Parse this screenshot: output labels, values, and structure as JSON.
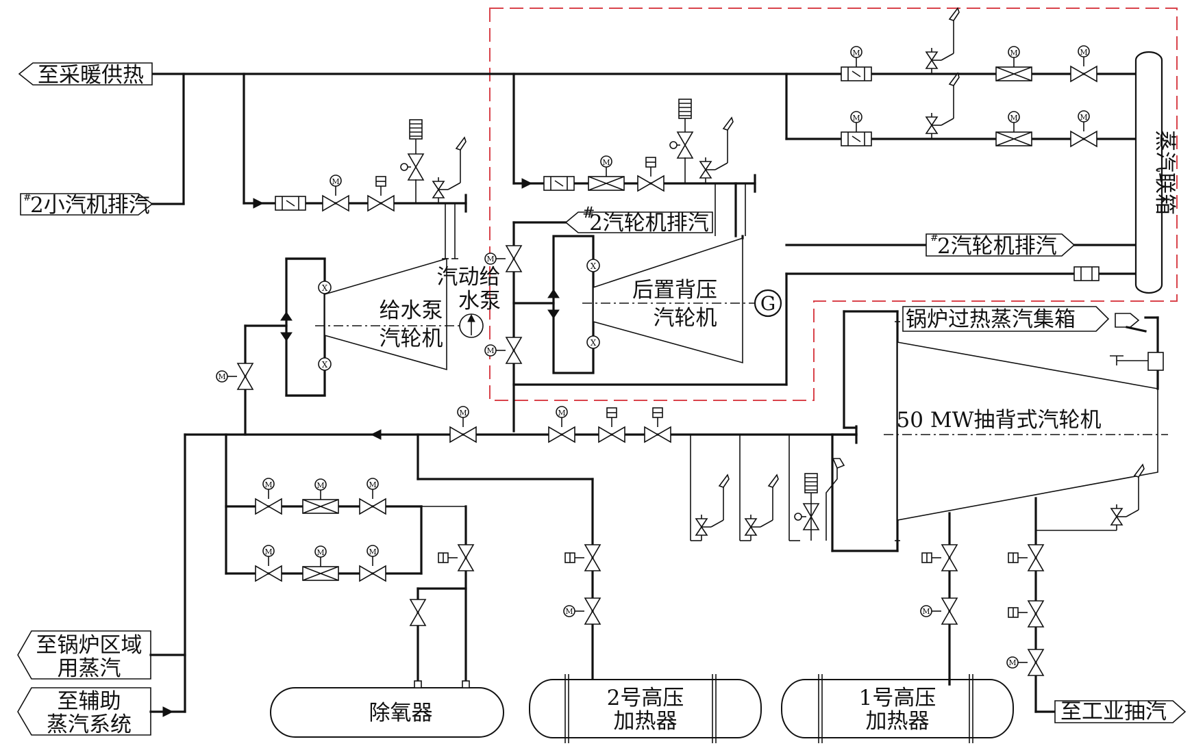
{
  "labels": {
    "to_heating": "至采暖供热",
    "exhaust_small_2": "2小汽机排汽",
    "exhaust_turbine_2_a": "2汽轮机排汽",
    "exhaust_turbine_2_b": "2汽轮机排汽",
    "steam_header": "蒸汽联箱",
    "feed_pump_turbine_1": "给水泵",
    "feed_pump_turbine_2": "汽轮机",
    "steam_feed_pump_1": "汽动给",
    "steam_feed_pump_2": "水泵",
    "back_pressure_1": "后置背压",
    "back_pressure_2": "汽轮机",
    "generator": "G",
    "boiler_superheat_header": "锅炉过热蒸汽集箱",
    "main_turbine": "50 MW抽背式汽轮机",
    "boiler_area_1": "至锅炉区域",
    "boiler_area_2": "用蒸汽",
    "aux_steam_1": "至辅助",
    "aux_steam_2": "蒸汽系统",
    "deaerator": "除氧器",
    "hp_heater_2_1": "2号高压",
    "hp_heater_2_2": "加热器",
    "hp_heater_1_1": "1号高压",
    "hp_heater_1_2": "加热器",
    "to_industrial": "至工业抽汽",
    "hash": "#",
    "motor_symbol": "M",
    "x_symbol": "X"
  }
}
